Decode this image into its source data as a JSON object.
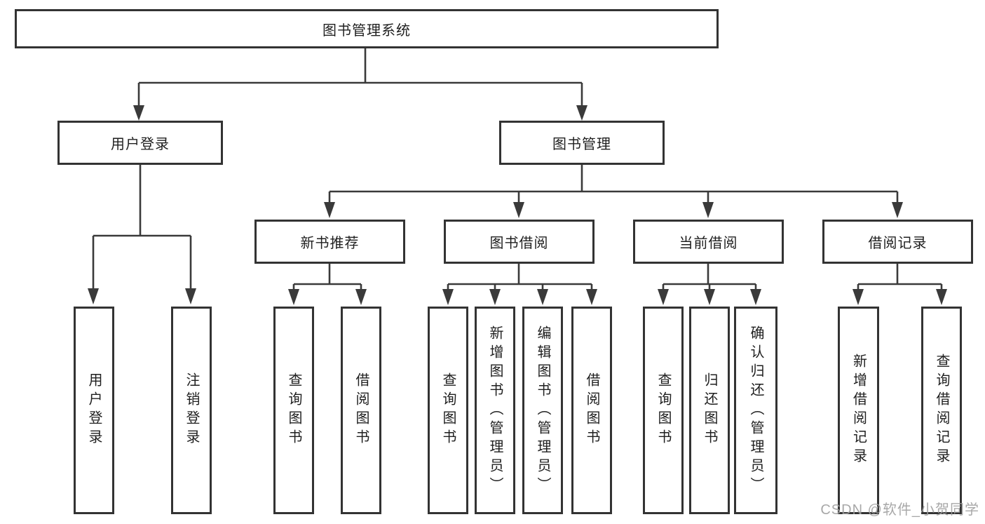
{
  "diagram": {
    "root": {
      "label": "图书管理系统"
    },
    "level2": [
      {
        "id": "user-login",
        "label": "用户登录"
      },
      {
        "id": "book-management",
        "label": "图书管理"
      }
    ],
    "level3": [
      {
        "id": "new-book-recommend",
        "label": "新书推荐"
      },
      {
        "id": "book-borrow",
        "label": "图书借阅"
      },
      {
        "id": "current-borrow",
        "label": "当前借阅"
      },
      {
        "id": "borrow-records",
        "label": "借阅记录"
      }
    ],
    "leaves": [
      {
        "parent": "user-login",
        "label": "用户登录"
      },
      {
        "parent": "user-login",
        "label": "注销登录"
      },
      {
        "parent": "new-book-recommend",
        "label": "查询图书"
      },
      {
        "parent": "new-book-recommend",
        "label": "借阅图书"
      },
      {
        "parent": "book-borrow",
        "label": "查询图书"
      },
      {
        "parent": "book-borrow",
        "label": "新增图书（管理员）"
      },
      {
        "parent": "book-borrow",
        "label": "编辑图书（管理员）"
      },
      {
        "parent": "book-borrow",
        "label": "借阅图书"
      },
      {
        "parent": "current-borrow",
        "label": "查询图书"
      },
      {
        "parent": "current-borrow",
        "label": "归还图书"
      },
      {
        "parent": "current-borrow",
        "label": "确认归还（管理员）"
      },
      {
        "parent": "borrow-records",
        "label": "新增借阅记录"
      },
      {
        "parent": "borrow-records",
        "label": "查询借阅记录"
      }
    ]
  },
  "watermark": {
    "text": "CSDN @软件_小贺同学"
  },
  "colors": {
    "line": "#3a3a3a",
    "box_border": "#333333",
    "text": "#1f1f1f",
    "watermark": "#9e9e9e",
    "background": "#ffffff"
  }
}
